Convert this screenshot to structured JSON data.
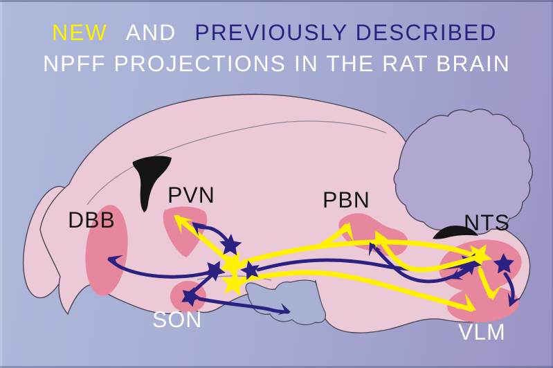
{
  "title": {
    "word_new": "NEW",
    "word_and": "AND",
    "phrase_previous": "PREVIOUSLY DESCRIBED",
    "line2": "NPFF PROJECTIONS IN THE RAT BRAIN"
  },
  "labels": {
    "dbb": "DBB",
    "pvn": "PVN",
    "pbn": "PBN",
    "nts": "NTS",
    "son": "SON",
    "vlm": "VLM"
  },
  "colors": {
    "bg1": "#AFBADC",
    "bg2": "#9A93C4",
    "brain_pink": "#ECC9D7",
    "region_pink": "#E6879D",
    "cerebelum": "#B2A7D1",
    "ventral_blue": "#A8B1D3",
    "yellow_new": "#FFF100",
    "navy_previous": "#2B2181",
    "black_landmark": "#141414",
    "brain_outline": "#4A4556",
    "thin_line": "#8A8298",
    "label_black": "#141414",
    "label_white": "#FFFFFF"
  }
}
